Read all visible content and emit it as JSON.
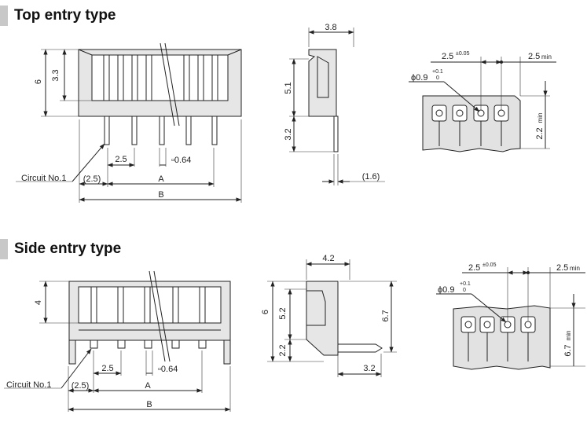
{
  "sections": [
    {
      "title": "Top entry type",
      "front_view": {
        "height": "6",
        "height_inner": "3.3",
        "pitch": "2.5",
        "pin_size": "▫0.64",
        "circuit_label": "Circuit No.1",
        "offset": "(2.5)",
        "dim_a": "A",
        "dim_b": "B"
      },
      "side_view": {
        "width": "3.8",
        "body_height": "5.1",
        "pin_length": "3.2",
        "pin_offset": "(1.6)"
      },
      "pcb_layout": {
        "pitch": "2.5",
        "pitch_tol": "±0.05",
        "edge": "2.5",
        "edge_unit": "min",
        "hole": "ϕ0.9",
        "hole_tol_plus": "+0.1",
        "hole_tol_minus": "0",
        "depth": "2.2",
        "depth_unit": "min"
      }
    },
    {
      "title": "Side entry type",
      "front_view": {
        "height": "4",
        "pitch": "2.5",
        "pin_size": "▫0.64",
        "circuit_label": "Circuit No.1",
        "offset": "(2.5)",
        "dim_a": "A",
        "dim_b": "B"
      },
      "side_view": {
        "width": "4.2",
        "total_height": "6",
        "body_height": "5.2",
        "pin_height": "2.2",
        "right_height": "6.7",
        "pin_length": "3.2"
      },
      "pcb_layout": {
        "pitch": "2.5",
        "pitch_tol": "±0.05",
        "edge": "2.5",
        "edge_unit": "min",
        "hole": "ϕ0.9",
        "hole_tol_plus": "+0.1",
        "hole_tol_minus": "0",
        "depth": "6.7",
        "depth_unit": "min"
      }
    }
  ]
}
